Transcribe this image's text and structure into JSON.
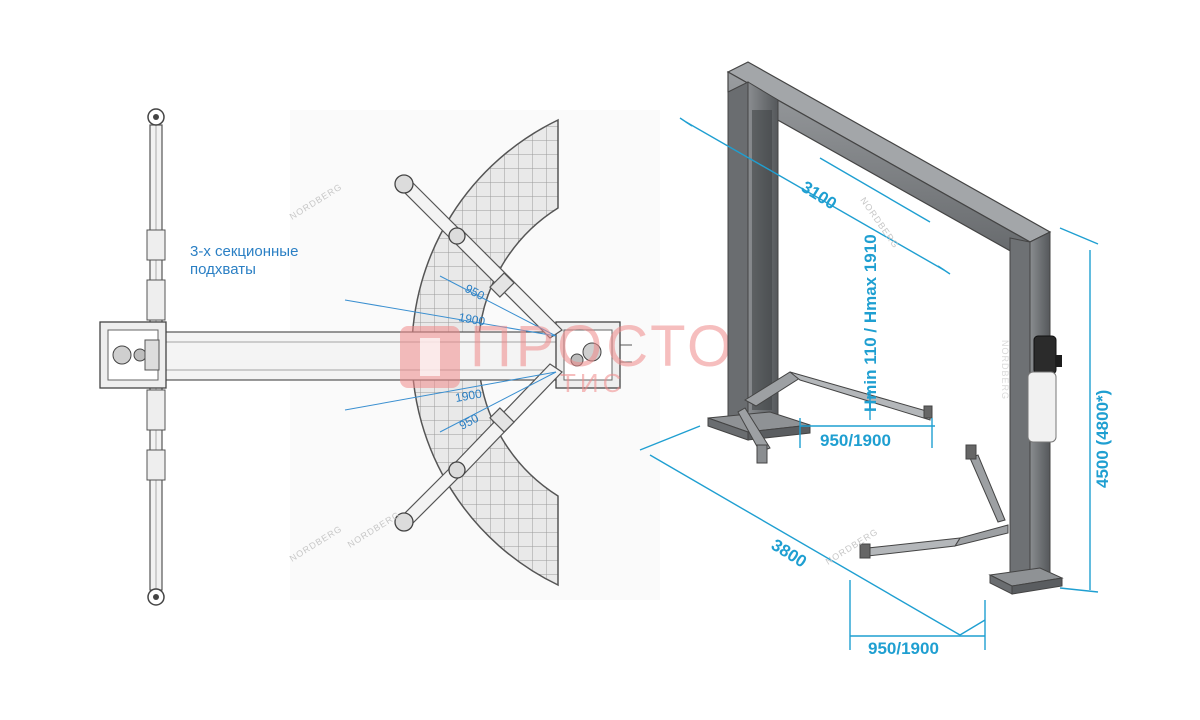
{
  "top_view": {
    "label_line1": "3-х секционные",
    "label_line2": "подхваты",
    "brand_marks": [
      "NORDBERG",
      "NORDBERG",
      "NORDBERG"
    ],
    "dims": {
      "upper_short": "950",
      "upper_long": "1900",
      "lower_long": "1900",
      "lower_short": "950"
    }
  },
  "side_view": {
    "width_top": "3100",
    "height_range": "Hmin 110 / Hmax 1910",
    "arm_reach_upper": "950/1900",
    "arm_reach_lower": "950/1900",
    "overall_width": "3800",
    "total_height": "4500 (4800*)",
    "column_brand": "NORDBERG",
    "brand_marks": [
      "NORDBERG",
      "NORDBERG"
    ]
  },
  "watermark": {
    "text_top": "ПРОСТО",
    "text_bottom": "ТИС"
  },
  "colors": {
    "dimension_blue": "#1f9fd1",
    "steel_grey": "#7a7d80",
    "watermark_red": "#f08a8a"
  }
}
